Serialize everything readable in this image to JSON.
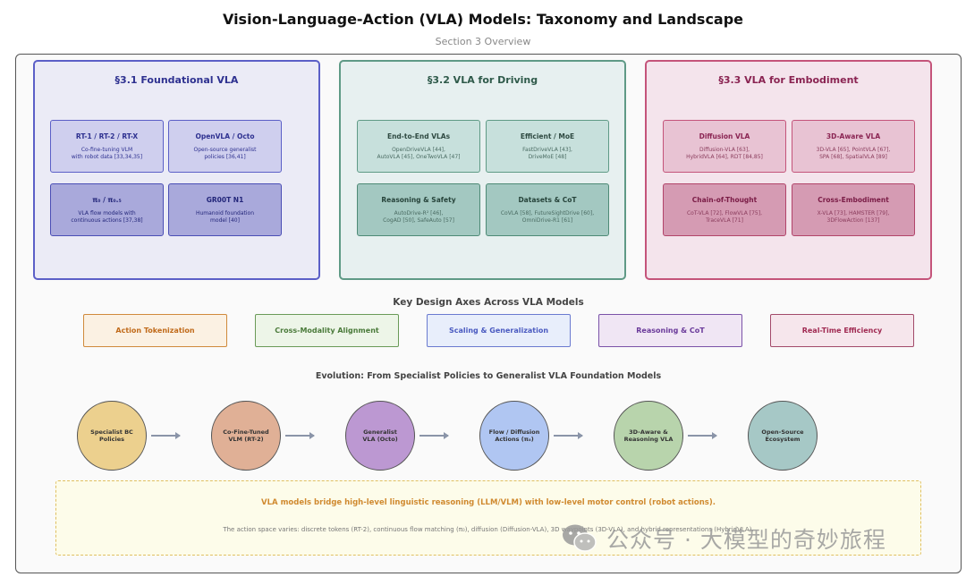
{
  "header": {
    "title": "Vision-Language-Action (VLA) Models: Taxonomy and Landscape",
    "subtitle": "Section 3 Overview"
  },
  "panels": [
    {
      "title": "§3.1 Foundational VLA",
      "boxes": [
        {
          "title": "RT-1 / RT-2 / RT-X",
          "lines": [
            "Co-fine-tuning VLM",
            "with robot data [33,34,35]"
          ]
        },
        {
          "title": "OpenVLA / Octo",
          "lines": [
            "Open-source generalist",
            "policies [36,41]"
          ]
        },
        {
          "title": "π₀ / π₀.₅",
          "lines": [
            "VLA flow models with",
            "continuous actions [37,38]"
          ]
        },
        {
          "title": "GR00T N1",
          "lines": [
            "Humanoid foundation",
            "model [40]"
          ]
        }
      ]
    },
    {
      "title": "§3.2 VLA for Driving",
      "boxes": [
        {
          "title": "End-to-End VLAs",
          "lines": [
            "OpenDriveVLA [44],",
            "AutoVLA [45], OneTwoVLA [47]"
          ]
        },
        {
          "title": "Efficient / MoE",
          "lines": [
            "FastDriveVLA [43],",
            "DriveMoE [48]"
          ]
        },
        {
          "title": "Reasoning & Safety",
          "lines": [
            "AutoDrive-R² [46],",
            "CogAD [50], SafeAuto [57]"
          ]
        },
        {
          "title": "Datasets & CoT",
          "lines": [
            "CoVLA [58], FutureSightDrive [60],",
            "OmniDrive-R1 [61]"
          ]
        }
      ]
    },
    {
      "title": "§3.3 VLA for Embodiment",
      "boxes": [
        {
          "title": "Diffusion VLA",
          "lines": [
            "Diffusion-VLA [63],",
            "HybridVLA [64], RDT [84,85]"
          ]
        },
        {
          "title": "3D-Aware VLA",
          "lines": [
            "3D-VLA [65], PointVLA [67],",
            "SPA [68], SpatialVLA [89]"
          ]
        },
        {
          "title": "Chain-of-Thought",
          "lines": [
            "CoT-VLA [72], FlowVLA [75],",
            "TraceVLA [71]"
          ]
        },
        {
          "title": "Cross-Embodiment",
          "lines": [
            "X-VLA [73], HAMSTER [79],",
            "3DFlowAction [137]"
          ]
        }
      ]
    }
  ],
  "axes": {
    "heading": "Key Design Axes Across VLA Models",
    "items": [
      "Action Tokenization",
      "Cross-Modality Alignment",
      "Scaling & Generalization",
      "Reasoning & CoT",
      "Real-Time Efficiency"
    ]
  },
  "evolution": {
    "heading": "Evolution: From Specialist Policies to Generalist VLA Foundation Models",
    "nodes": [
      {
        "lines": [
          "Specialist BC",
          "Policies"
        ],
        "color": "#ecd08e"
      },
      {
        "lines": [
          "Co-Fine-Tuned",
          "VLM (RT-2)"
        ],
        "color": "#e0b096"
      },
      {
        "lines": [
          "Generalist",
          "VLA (Octo)"
        ],
        "color": "#bc98d2"
      },
      {
        "lines": [
          "Flow / Diffusion",
          "Actions (π₀)"
        ],
        "color": "#b0c6f2"
      },
      {
        "lines": [
          "3D-Aware &",
          "Reasoning VLA"
        ],
        "color": "#b8d4ac"
      },
      {
        "lines": [
          "Open-Source",
          "Ecosystem"
        ],
        "color": "#a6c8c6"
      }
    ]
  },
  "note": {
    "main": "VLA models bridge high-level linguistic reasoning (LLM/VLM) with low-level motor control (robot actions).",
    "sub": "The action space varies: discrete tokens (RT-2), continuous flow matching (π₀), diffusion (Diffusion-VLA), 3D waypoints (3D-VLA), and hybrid representations (HybridVLA)."
  },
  "watermark": {
    "text": "公众号 · 大模型的奇妙旅程",
    "icon": "wechat-icon"
  }
}
